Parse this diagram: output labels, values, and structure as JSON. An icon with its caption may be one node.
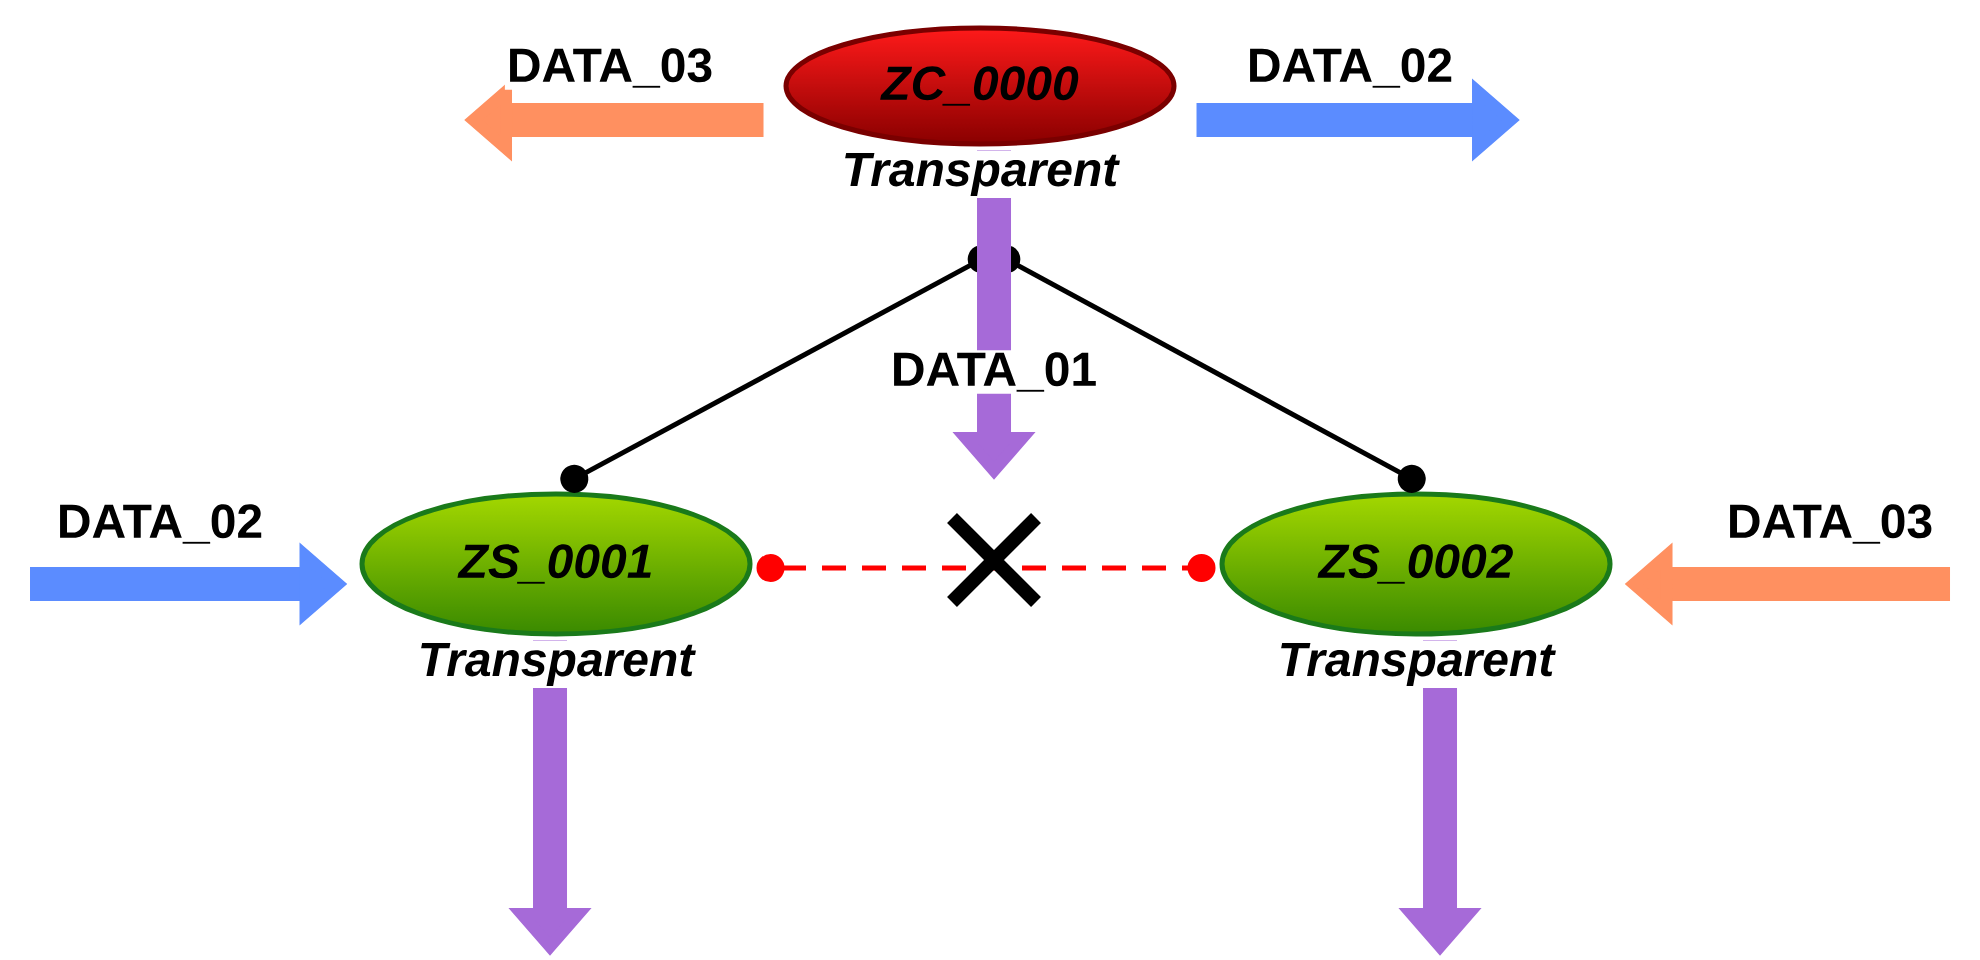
{
  "diagram": {
    "nodes": [
      {
        "text": [
          "ZC_0000"
        ],
        "beside": [
          "Transparent"
        ]
      },
      {
        "text": [
          "ZS_0001"
        ],
        "beside": [
          "Transparent"
        ]
      },
      {
        "text": [
          "ZS_0002"
        ],
        "beside": [
          "Transparent"
        ]
      }
    ],
    "edges": [
      {
        "from": 0,
        "to": 1,
        "arrow": "other",
        "color": "#000000"
      },
      {
        "from": 0,
        "to": 2,
        "arrow": "other",
        "color": "#000000"
      },
      {
        "from": 1,
        "to": 2,
        "arrow": "other",
        "style": "dashed",
        "color": "#ff0000"
      },
      {
        "from": 0,
        "to": null,
        "arrow": "to",
        "label": "DATA_03",
        "color": "#ff9060"
      },
      {
        "from": 0,
        "to": null,
        "arrow": "to",
        "label": "DATA_02",
        "color": "#5b8cff"
      },
      {
        "from": 0,
        "to": null,
        "arrow": "to",
        "label": "DATA_01",
        "color": "#a66ad8"
      },
      {
        "from": null,
        "to": 1,
        "arrow": "to",
        "label": "DATA_02",
        "color": "#5b8cff"
      },
      {
        "from": null,
        "to": 2,
        "arrow": "to",
        "label": "DATA_03",
        "color": "#ff9060"
      },
      {
        "from": 1,
        "to": null,
        "arrow": "to",
        "color": "#a66ad8"
      },
      {
        "from": 2,
        "to": null,
        "arrow": "to",
        "color": "#a66ad8"
      }
    ]
  }
}
